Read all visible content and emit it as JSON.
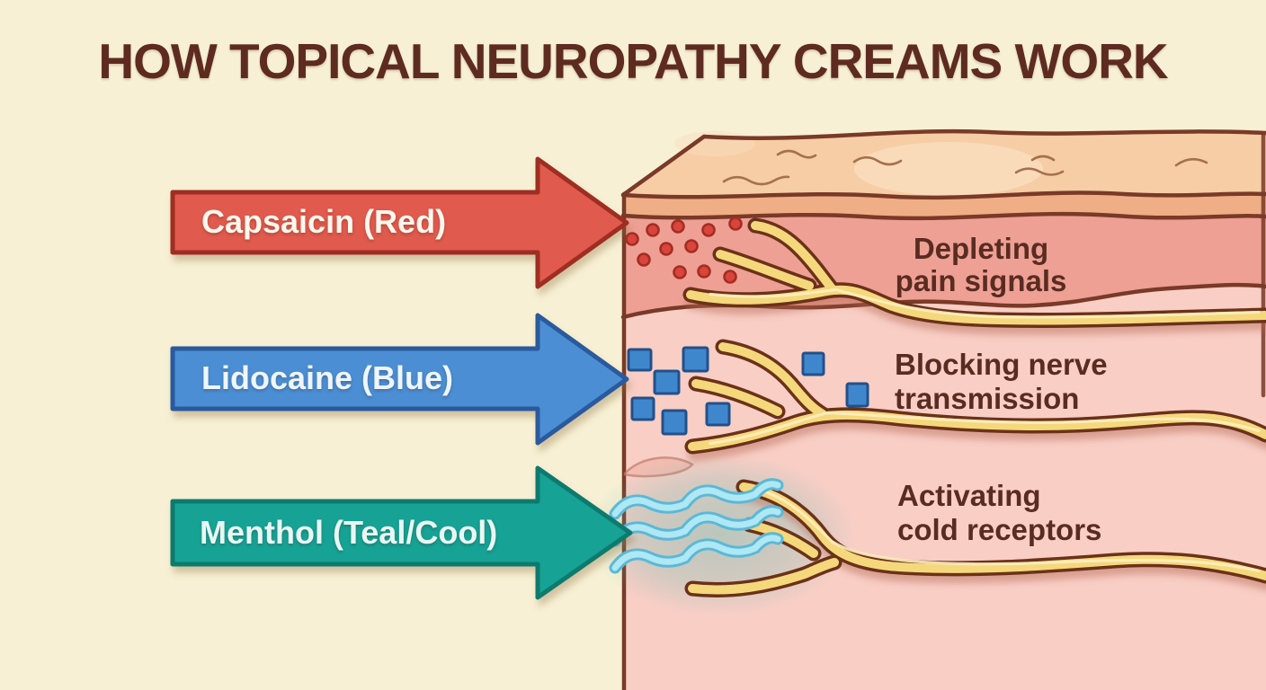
{
  "title": {
    "text": "HOW TOPICAL NEUROPATHY CREAMS WORK",
    "color": "#5e2b21"
  },
  "background": "#f7f0d4",
  "arrows": [
    {
      "id": "capsaicin",
      "label": "Capsaicin (Red)",
      "fill": "#e05a4d",
      "stroke": "#9e2d24",
      "label_color": "#fdf7ed"
    },
    {
      "id": "lidocaine",
      "label": "Lidocaine (Blue)",
      "fill": "#4c8ed3",
      "stroke": "#2a5a9d",
      "label_color": "#eef6fb"
    },
    {
      "id": "menthol",
      "label": "Menthol (Teal/Cool)",
      "fill": "#14a295",
      "stroke": "#0b7a6e",
      "label_color": "#e9f7f3"
    }
  ],
  "annotations": [
    {
      "line1": "Depleting",
      "line2": "pain signals"
    },
    {
      "line1": "Blocking nerve",
      "line2": "transmission"
    },
    {
      "line1": "Activating",
      "line2": "cold receptors"
    }
  ],
  "skin": {
    "surface_top": "#f6cda5",
    "epidermis": "#efae85",
    "dermis": "#eea095",
    "subcutis": "#f8cec5",
    "outline": "#793a28",
    "surface_highlight": "#f9ddbd",
    "nerve_outline": "#6b3119",
    "nerve_fill": "#f5d87c",
    "nerve_highlight": "#fdeec0",
    "capsaicin_dot_fill": "#d8453a",
    "capsaicin_dot_stroke": "#a52d23",
    "capsaicin_dot_count": 11,
    "lidocaine_square_fill": "#3f87cd",
    "lidocaine_square_stroke": "#235089",
    "lidocaine_square_count": 8,
    "menthol_wave_core": "#aee8f4",
    "menthol_wave_stroke": "#5cb8d6",
    "menthol_wave_count": 3,
    "cool_glow": "rgba(84,186,175,0.30)"
  }
}
